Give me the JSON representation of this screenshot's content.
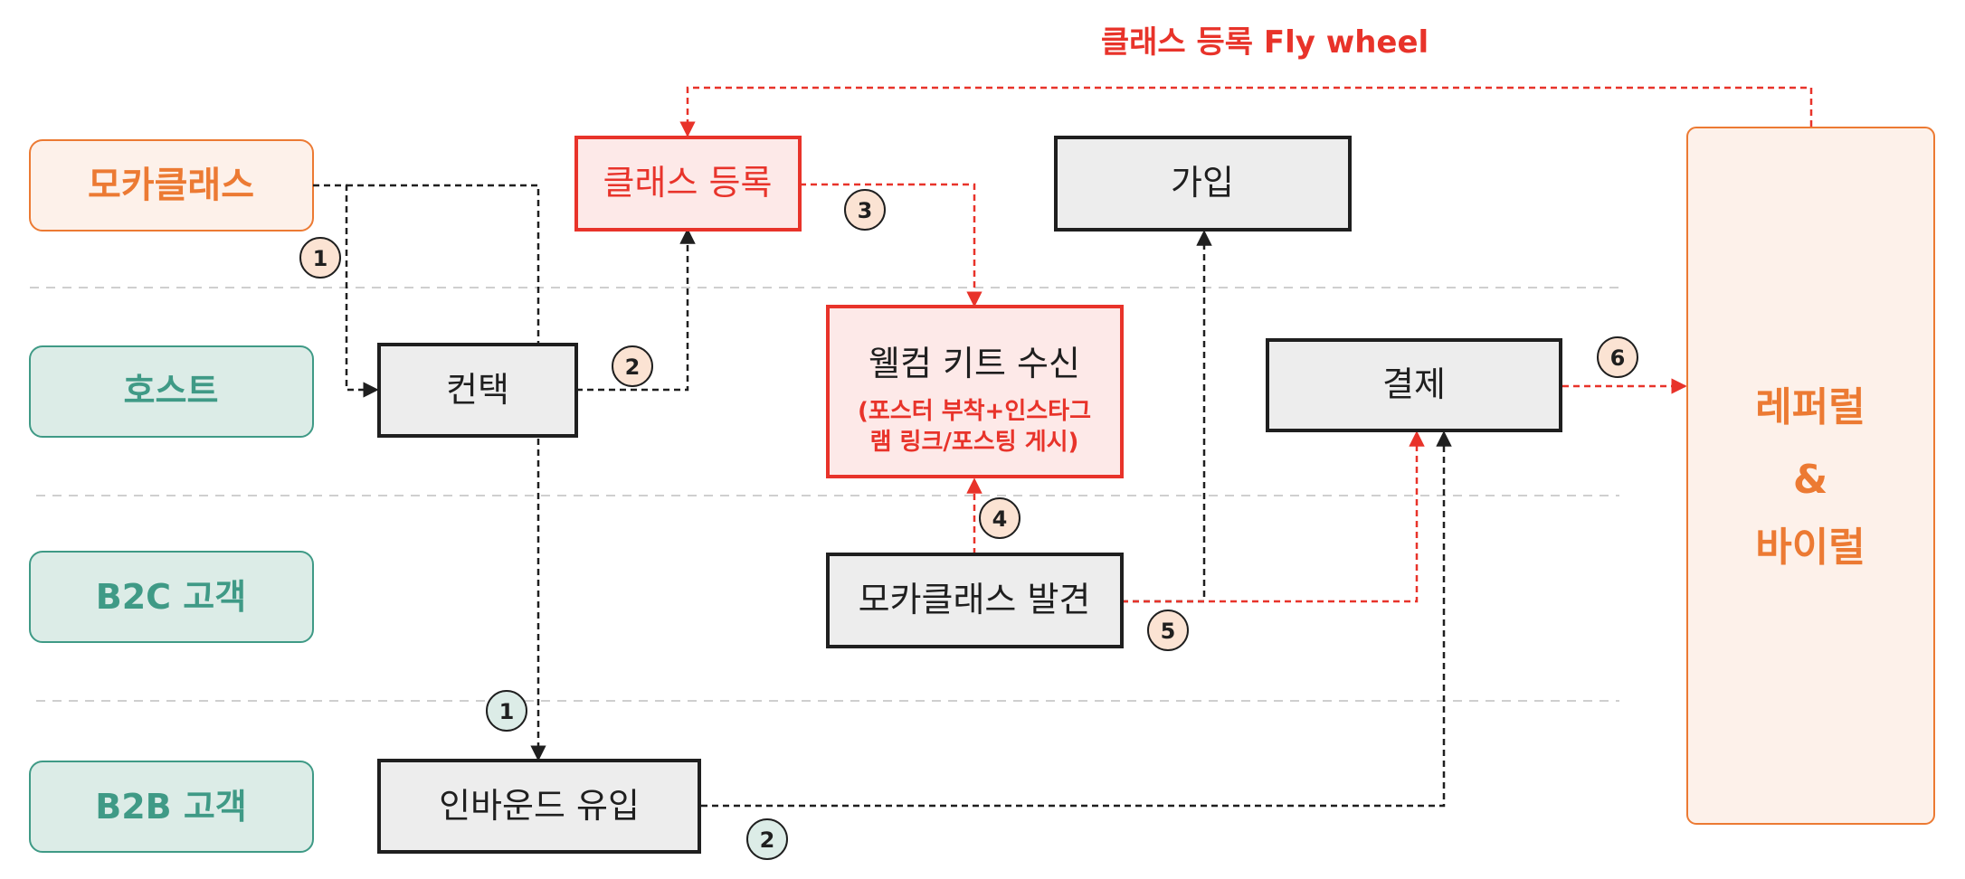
{
  "title": "클래스 등록 Fly wheel",
  "lanes": {
    "moca": "모카클래스",
    "host": "호스트",
    "b2c": "B2C 고객",
    "b2b": "B2B 고객"
  },
  "nodes": {
    "class_register": "클래스 등록",
    "join": "가입",
    "contact": "컨택",
    "welcome_kit": "웰컴 키트 수신",
    "welcome_kit_detail_1": "(포스터 부착+인스타그",
    "welcome_kit_detail_2": "램 링크/포스팅 게시)",
    "payment": "결제",
    "discover": "모카클래스 발견",
    "inbound": "인바운드 유입",
    "referral_1": "레퍼럴",
    "referral_2": "&",
    "referral_3": "바이럴"
  },
  "steps": {
    "s1_top": "1",
    "s2_host": "2",
    "s3": "3",
    "s4": "4",
    "s5": "5",
    "s6": "6",
    "s1_b2b": "1",
    "s2_b2b": "2"
  },
  "colors": {
    "red": "#e8332a",
    "orange": "#ec7a33",
    "teal": "#3f9a86",
    "lane_fill": "#dcece7",
    "orange_fill": "#fdf1ea",
    "box_fill": "#ededed",
    "red_fill": "#fde9e8"
  }
}
